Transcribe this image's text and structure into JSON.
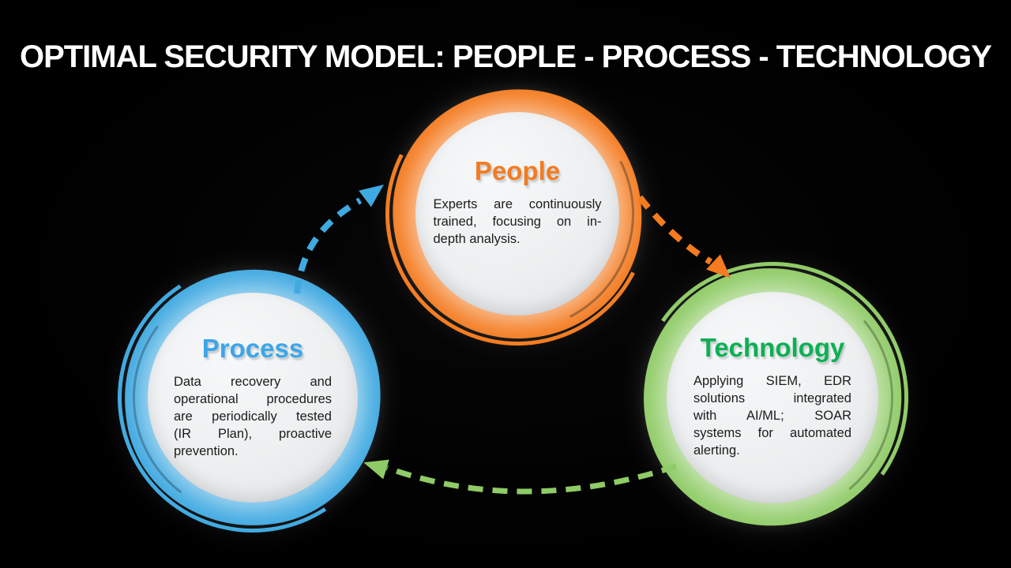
{
  "slide": {
    "title": "OPTIMAL SECURITY MODEL: PEOPLE - PROCESS - TECHNOLOGY",
    "title_color": "#FFFFFF",
    "background_color": "#000000"
  },
  "nodes": {
    "people": {
      "label": "People",
      "ring_color": "#F47B20",
      "title_color": "#F47B20",
      "body_lines": [
        "Experts are continuously",
        "trained, focusing on in-",
        "depth analysis."
      ]
    },
    "process": {
      "label": "Process",
      "ring_color": "#3FA9E1",
      "title_color": "#3BA6E9",
      "body_lines": [
        "Data recovery and",
        "operational procedures",
        "are periodically tested",
        "(IR Plan), proactive",
        "prevention."
      ]
    },
    "technology": {
      "label": "Technology",
      "ring_color": "#8FCB66",
      "title_color": "#0CB053",
      "body_lines": [
        "Applying SIEM, EDR",
        "solutions integrated",
        "with AI/ML; SOAR",
        "systems for automated",
        "alerting."
      ]
    }
  },
  "arrows": {
    "process_to_people": {
      "color": "#3FA9E1",
      "style": "dashed"
    },
    "people_to_technology": {
      "color": "#F47B20",
      "style": "dashed"
    },
    "technology_to_process": {
      "color": "#8FCB66",
      "style": "dashed"
    }
  }
}
